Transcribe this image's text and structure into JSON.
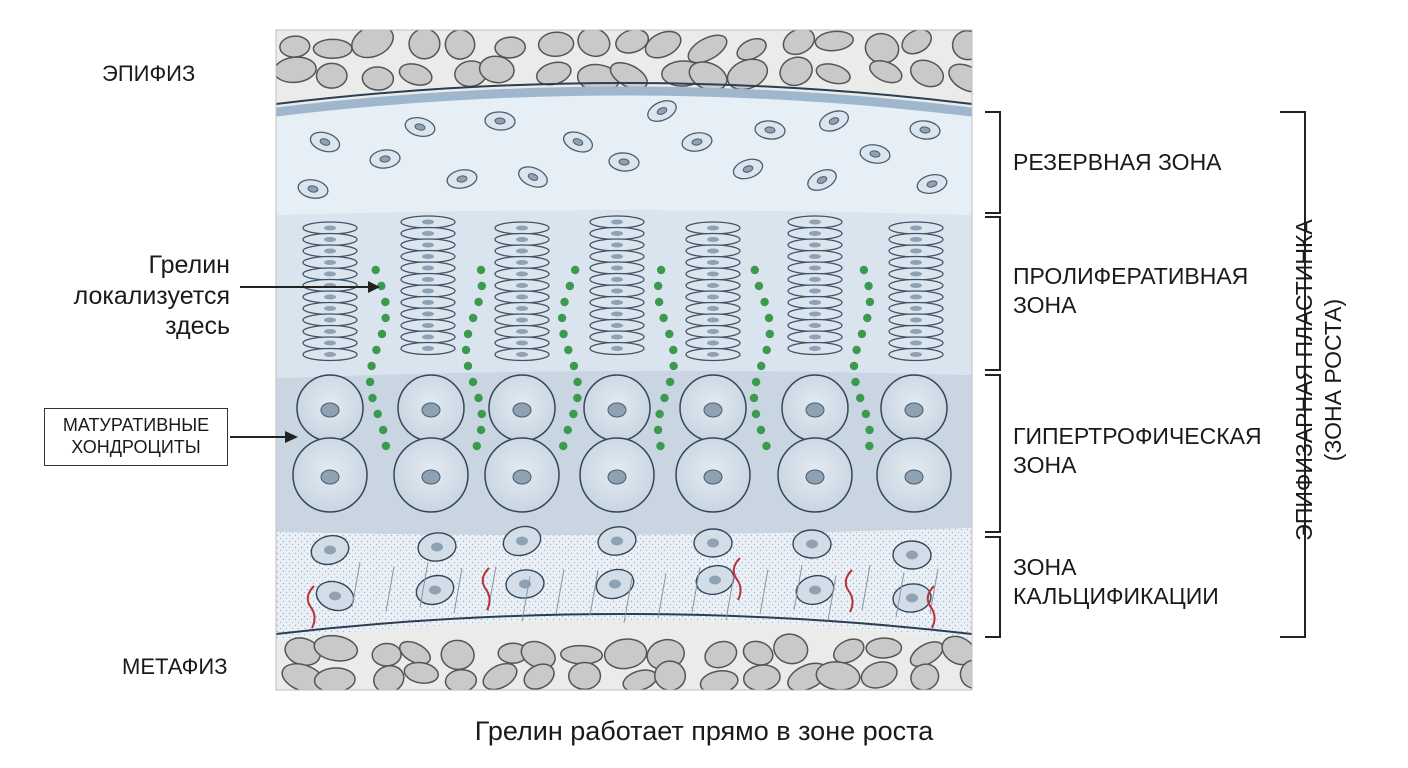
{
  "labels": {
    "epiphysis": "ЭПИФИЗ",
    "metaphysis": "МЕТАФИЗ",
    "ghrelin_here": "Грелин\nлокализуется\nздесь",
    "maturative": "МАТУРАТИВНЫЕ\nХОНДРОЦИТЫ"
  },
  "zones": {
    "reserve": "РЕЗЕРВНАЯ ЗОНА",
    "proliferative": "ПРОЛИФЕРАТИВНАЯ\nЗОНА",
    "hypertrophic": "ГИПЕРТРОФИЧЕСКАЯ\nЗОНА",
    "calcification": "ЗОНА\nКАЛЬЦИФИКАЦИИ"
  },
  "growth_plate": "ЭПИФИЗАРНАЯ ПЛАСТИНКА\n(ЗОНА РОСТА)",
  "caption": "Грелин работает прямо в зоне роста",
  "colors": {
    "ghrelin_dot": "#3b9a4e",
    "vessel": "#b8333a",
    "bone_fill": "#c9c9c9",
    "cell_fill": "#dbe5ee",
    "hypertrophic_bg": "#c9d6e2"
  }
}
